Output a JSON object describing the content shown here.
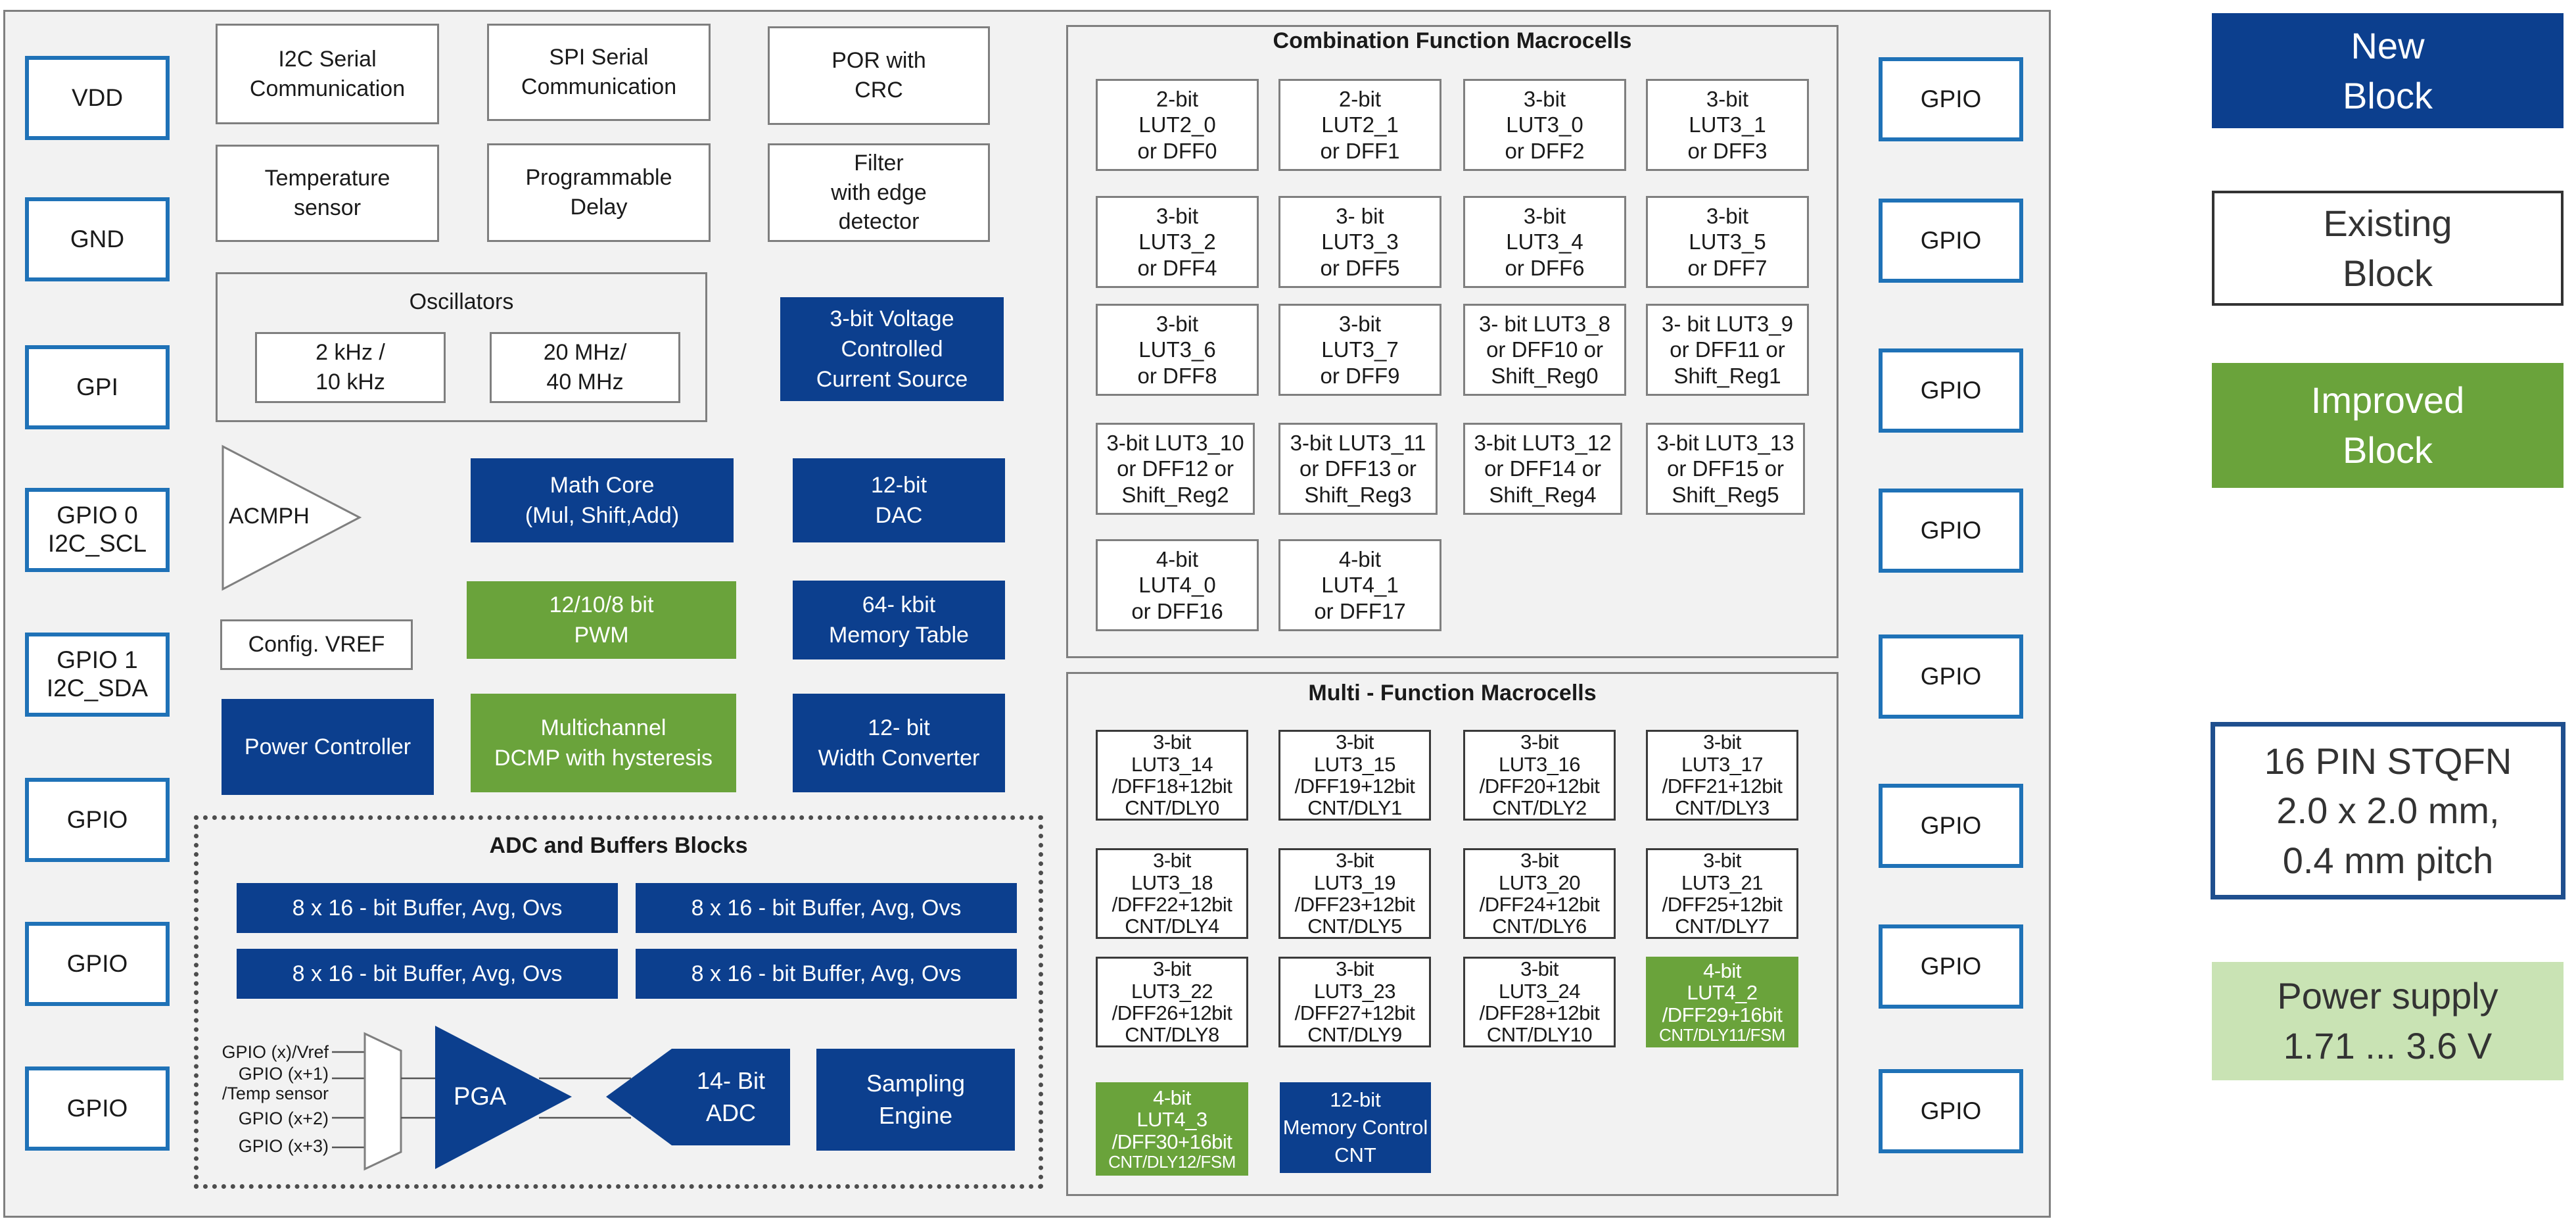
{
  "pins_left": [
    "VDD",
    "GND",
    "GPI",
    "GPIO 0\nI2C_SCL",
    "GPIO 1\nI2C_SDA",
    "GPIO",
    "GPIO",
    "GPIO"
  ],
  "pins_right": [
    "GPIO",
    "GPIO",
    "GPIO",
    "GPIO",
    "GPIO",
    "GPIO",
    "GPIO",
    "GPIO"
  ],
  "blocks": {
    "i2c": "I2C Serial\nCommunication",
    "spi": "SPI  Serial\nCommunication",
    "por": "POR with\nCRC",
    "temp": "Temperature\nsensor",
    "prog_delay": "Programmable\nDelay",
    "filter": "Filter\nwith edge\ndetector",
    "oscillators_title": "Oscillators",
    "osc1": "2 kHz /\n10 kHz",
    "osc2": "20 MHz/\n40 MHz",
    "vccs": "3-bit Voltage\nControlled\nCurrent Source",
    "acmph": "ACMPH",
    "math_core": "Math Core\n(Mul, Shift,Add)",
    "dac": "12-bit\nDAC",
    "vref": "Config. VREF",
    "pwm": "12/10/8 bit\nPWM",
    "mem_table": "64- kbit\nMemory Table",
    "power_ctrl": "Power Controller",
    "dcmp": "Multichannel\nDCMP with hysteresis",
    "width_conv": "12- bit\nWidth Converter"
  },
  "adc": {
    "title": "ADC and Buffers Blocks",
    "buffer_label": "8 x 16  - bit Buffer, Avg, Ovs",
    "mux_inputs": [
      "GPIO (x)/Vref",
      "GPIO (x+1)",
      "/Temp sensor",
      "GPIO (x+2)",
      "GPIO (x+3)"
    ],
    "pga": "PGA",
    "adc_label": "14- Bit\nADC",
    "sampling": "Sampling\nEngine"
  },
  "combination": {
    "title": "Combination  Function Macrocells",
    "cells": [
      "2-bit\nLUT2_0\nor DFF0",
      "2-bit\nLUT2_1\nor DFF1",
      "3-bit\nLUT3_0\nor DFF2",
      "3-bit\nLUT3_1\nor DFF3",
      "3-bit\nLUT3_2\nor DFF4",
      "3- bit\nLUT3_3\nor DFF5",
      "3-bit\nLUT3_4\nor DFF6",
      "3-bit\nLUT3_5\nor DFF7",
      "3-bit\nLUT3_6\nor DFF8",
      "3-bit\nLUT3_7\nor DFF9",
      "3- bit LUT3_8\nor DFF10 or\nShift_Reg0",
      "3- bit LUT3_9\nor DFF11 or\nShift_Reg1",
      "3-bit LUT3_10\nor DFF12 or\nShift_Reg2",
      "3-bit LUT3_11\nor DFF13 or\nShift_Reg3",
      "3-bit LUT3_12\nor DFF14 or\nShift_Reg4",
      "3-bit LUT3_13\nor DFF15 or\nShift_Reg5",
      "4-bit\nLUT4_0\nor DFF16",
      "4-bit\nLUT4_1\nor DFF17"
    ]
  },
  "multi": {
    "title": "Multi - Function Macrocells",
    "cells": [
      "3-bit\nLUT3_14\n/DFF18+12bit\nCNT/DLY0",
      "3-bit\nLUT3_15\n/DFF19+12bit\nCNT/DLY1",
      "3-bit\nLUT3_16\n/DFF20+12bit\nCNT/DLY2",
      "3-bit\nLUT3_17\n/DFF21+12bit\nCNT/DLY3",
      "3-bit\nLUT3_18\n/DFF22+12bit\nCNT/DLY4",
      "3-bit\nLUT3_19\n/DFF23+12bit\nCNT/DLY5",
      "3-bit\nLUT3_20\n/DFF24+12bit\nCNT/DLY6",
      "3-bit\nLUT3_21\n/DFF25+12bit\nCNT/DLY7",
      "3-bit\nLUT3_22\n/DFF26+12bit\nCNT/DLY8",
      "3-bit\nLUT3_23\n/DFF27+12bit\nCNT/DLY9",
      "3-bit\nLUT3_24\n/DFF28+12bit\nCNT/DLY10",
      "4-bit\nLUT4_2\n/DFF29+16bit\nCNT/DLY11/FSM",
      "4-bit\nLUT4_3\n/DFF30+16bit\nCNT/DLY12/FSM"
    ],
    "mem_ctrl": "12-bit\nMemory Control\nCNT"
  },
  "legend": {
    "new": "New\nBlock",
    "existing": "Existing\nBlock",
    "improved": "Improved\nBlock",
    "package": "16 PIN STQFN\n2.0 x 2.0 mm,\n0.4 mm pitch",
    "power": "Power supply\n1.71 ... 3.6 V"
  },
  "colors": {
    "new_block": "#0c3f8e",
    "improved_block": "#6aa33b",
    "pin_border": "#1f72b7",
    "power_supply": "#c9e3b4"
  }
}
